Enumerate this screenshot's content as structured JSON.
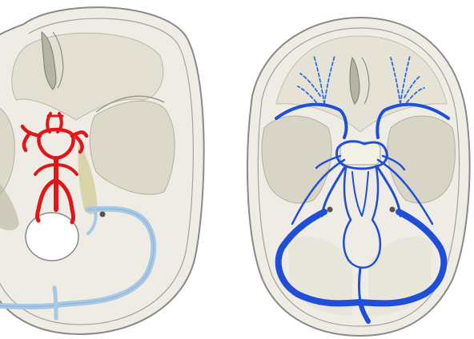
{
  "colors": {
    "background": "#ffffff",
    "skull_outline": "#8a8a86",
    "skull_fill": "#eeece4",
    "bone_shadow": "#b9b4a2",
    "arteries": "#e0161a",
    "venous_sinuses_light": "#a9c8e4",
    "venous_sinuses_dark": "#1f4fd8",
    "foramen": "#ffffff"
  },
  "panels": [
    {
      "id": "left",
      "content": "skull-base-with-circle-of-willis-and-light-sinuses"
    },
    {
      "id": "right",
      "content": "skull-base-with-dural-venous-sinuses"
    }
  ]
}
